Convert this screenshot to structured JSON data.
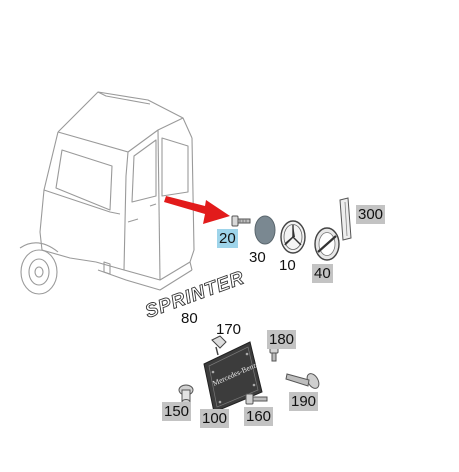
{
  "colors": {
    "highlight_box": "#c3c3c3",
    "selected_box": "#9ed4ea",
    "arrow": "#e21b1b",
    "line_art": "#9a9a9a",
    "text": "#111111",
    "cap_fill": "#7a8891"
  },
  "callouts": [
    {
      "id": "20",
      "label": "20",
      "style": "sel"
    },
    {
      "id": "30",
      "label": "30",
      "style": "plain"
    },
    {
      "id": "10",
      "label": "10",
      "style": "plain"
    },
    {
      "id": "40",
      "label": "40",
      "style": "hl"
    },
    {
      "id": "300",
      "label": "300",
      "style": "hl"
    },
    {
      "id": "80",
      "label": "80",
      "style": "plain"
    },
    {
      "id": "170",
      "label": "170",
      "style": "plain"
    },
    {
      "id": "180",
      "label": "180",
      "style": "hl"
    },
    {
      "id": "150",
      "label": "150",
      "style": "hl"
    },
    {
      "id": "100",
      "label": "100",
      "style": "hl"
    },
    {
      "id": "160",
      "label": "160",
      "style": "hl"
    },
    {
      "id": "190",
      "label": "190",
      "style": "hl"
    }
  ],
  "emblems": {
    "sprinter_badge_text": "SPRINTER",
    "plate_text": "Mercedes-Benz"
  }
}
